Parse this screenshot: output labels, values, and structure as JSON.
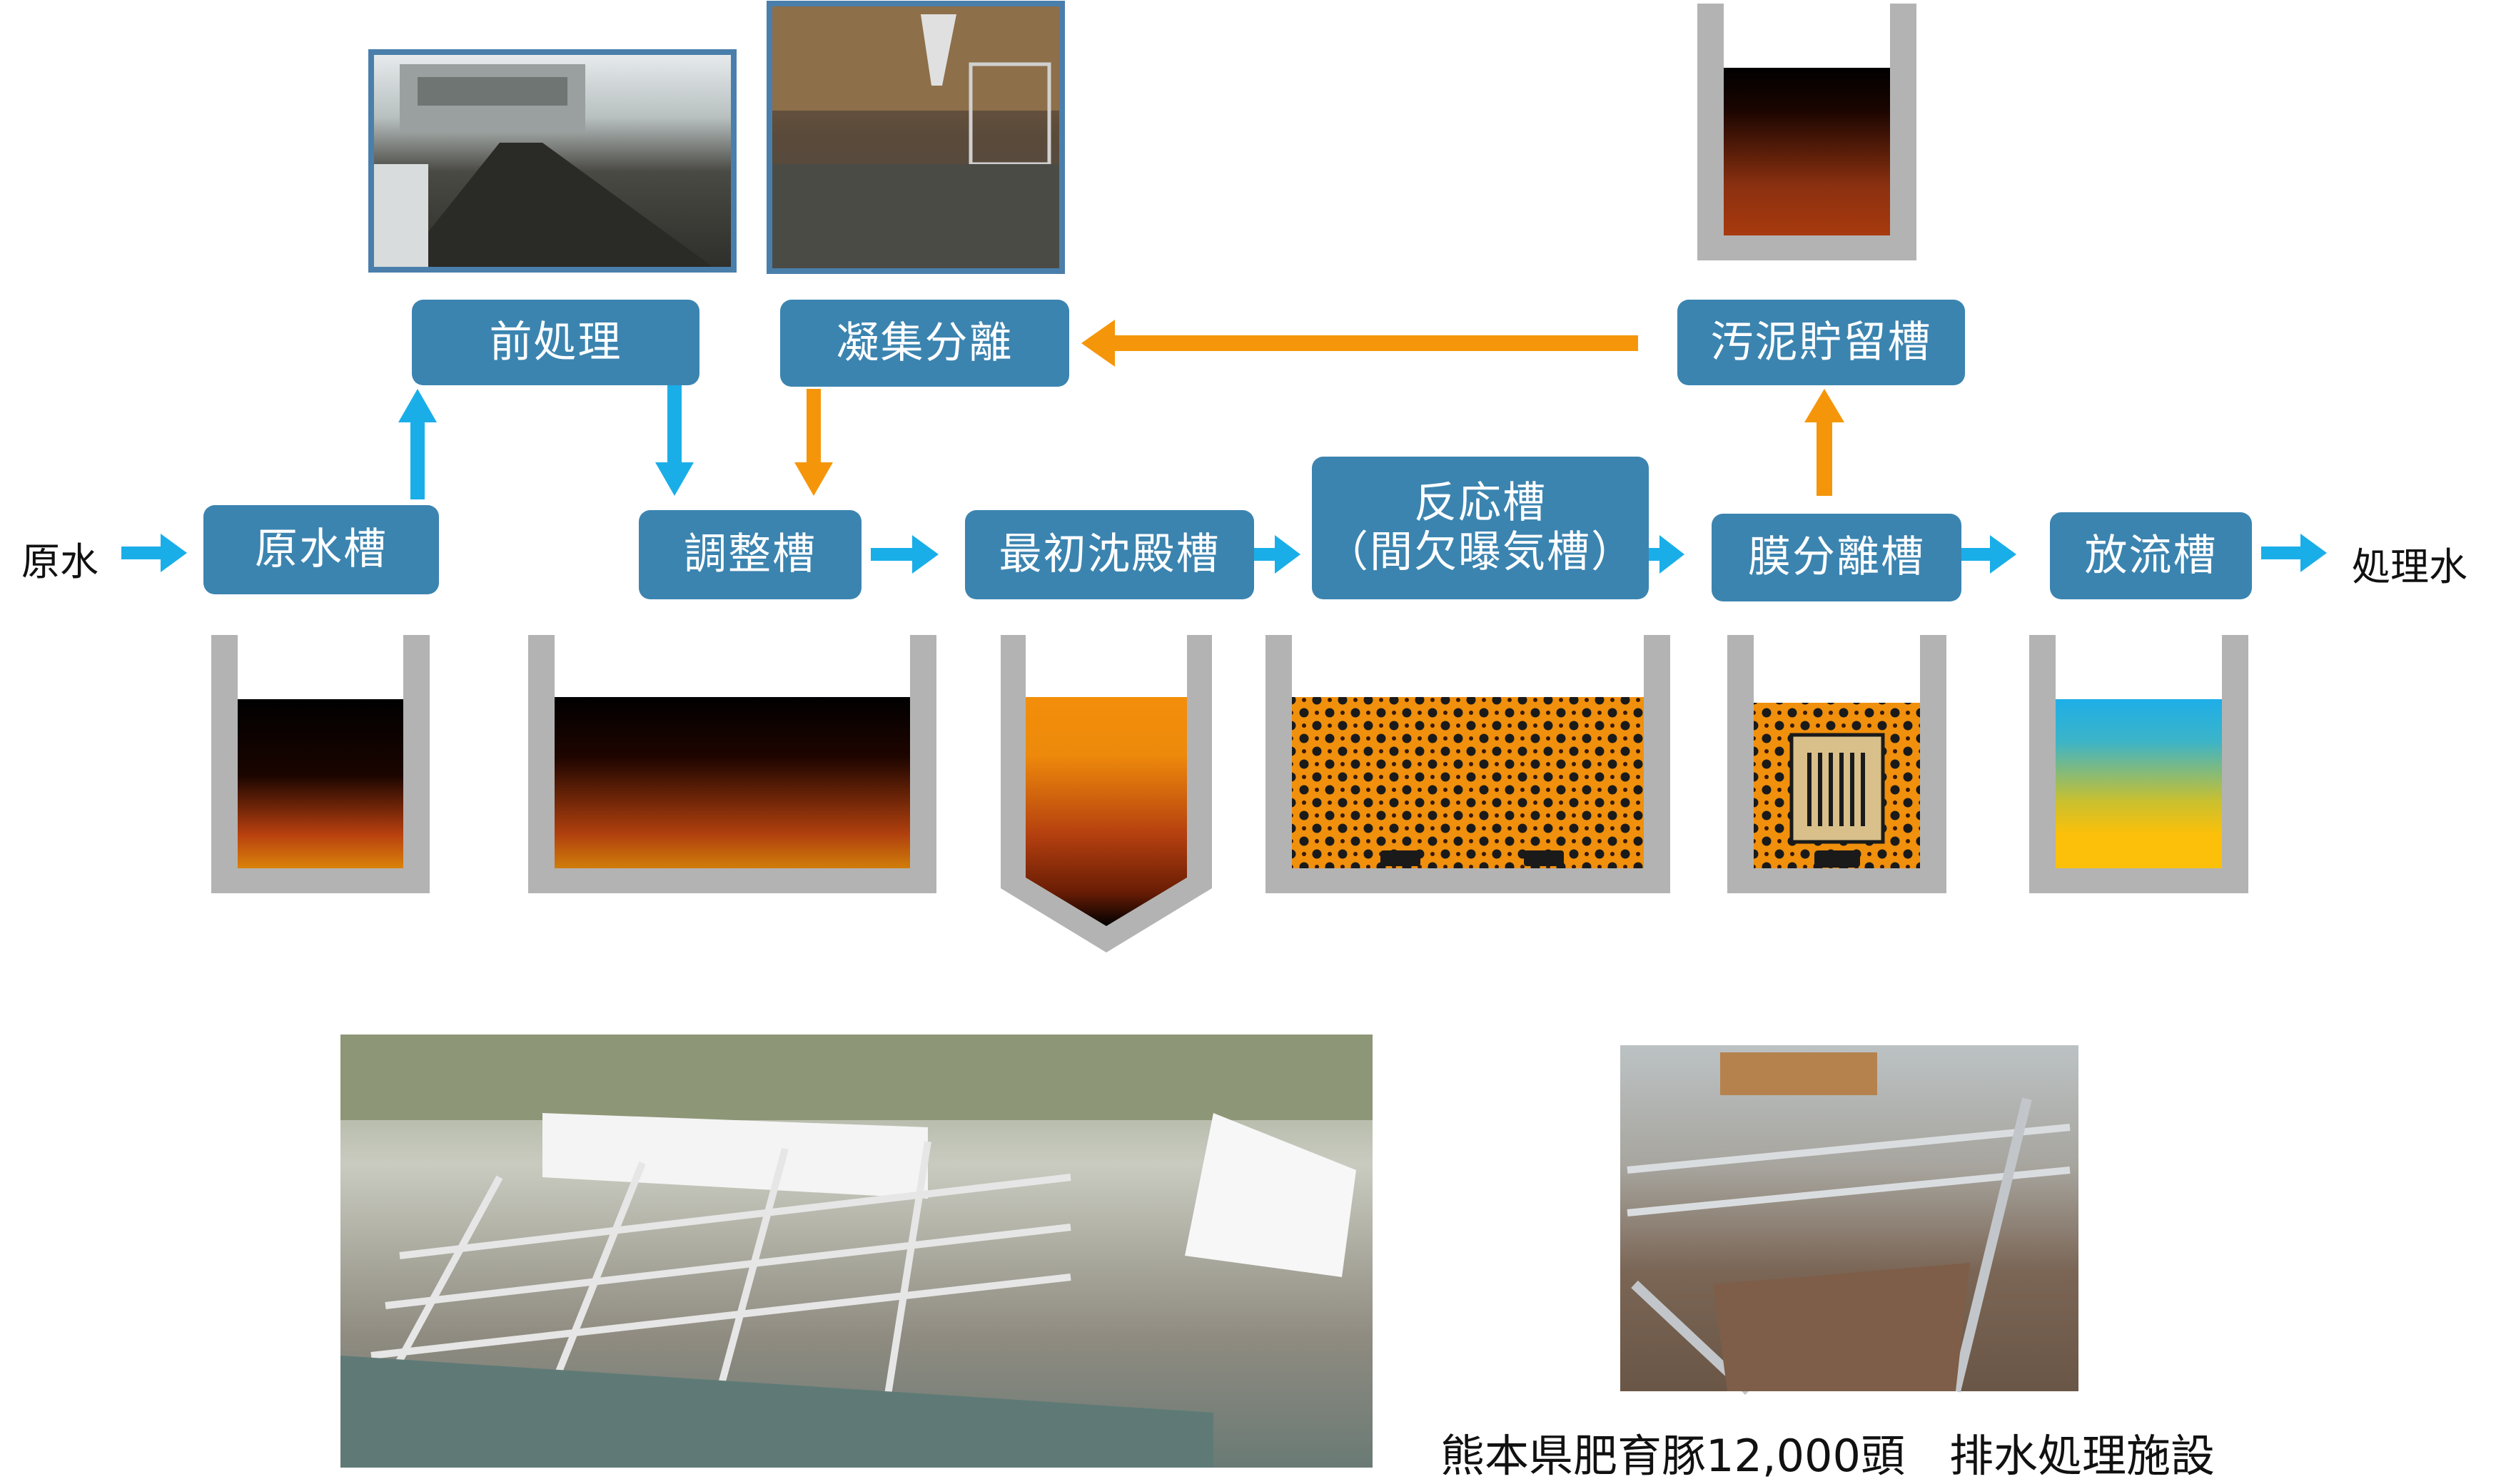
{
  "labels": {
    "input": "原水",
    "output": "処理水"
  },
  "stages": {
    "raw_tank": "原水槽",
    "pretreatment": "前処理",
    "adjustment_tank": "調整槽",
    "coagulation": "凝集分離",
    "primary_settling": "最初沈殿槽",
    "reaction_tank_line1": "反応槽",
    "reaction_tank_line2": "（間欠曝気槽）",
    "membrane_tank": "膜分離槽",
    "sludge_storage": "汚泥貯留槽",
    "discharge_tank": "放流槽"
  },
  "caption": "熊本県肥育豚12,000頭　排水処理施設",
  "colors": {
    "box_fill": "#3b84b0",
    "water_arrow": "#1aaee8",
    "sludge_arrow": "#f5960a",
    "tank_wall": "#b3b3b3",
    "photo_frame": "#4a7fab"
  }
}
